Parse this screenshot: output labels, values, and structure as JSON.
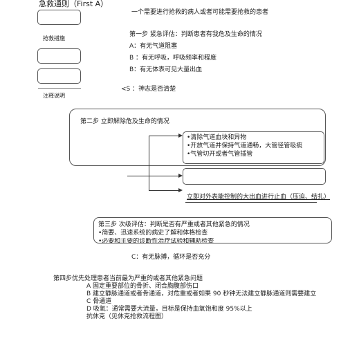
{
  "header": {
    "title": "急救通则（First A）",
    "patient_line": "一个需要进行抢救的病人或者可能需要抢救的患者"
  },
  "left": {
    "label_rescue": "抢救措施",
    "label_notes": "注释说明"
  },
  "step1": {
    "heading": "第一步  紧急评估：判断患者有我危及生命的情况",
    "a": "A：有无气道阻塞",
    "b": "B ：有无呼吸，呼吸频率和程度",
    "c": "B：有无体表可见大量出血",
    "d": "<S ：神志是否清楚"
  },
  "step2": {
    "heading": "第二步  立即解除危及生命的情况",
    "items": [
      "•清除气道血块和异物",
      "•开放气道并保持气道通畅，大管径管吸痰",
      "•气管切开或者气管插管"
    ],
    "bleeding": "立即对外表能控制的大出血进行止血（压迫、结扎）"
  },
  "step3": {
    "heading": "第三步  次级评估：判断是否有严重或者其他紧急的情况",
    "items": [
      "•简要、迅速系统的病史了解和体格检查",
      "•必要和主要的诊断性治疗试验和辅助检查"
    ],
    "c_line": "C：有无脉搏，循环是否充分"
  },
  "step4": {
    "heading": "第四步优先处理患者当前最为严重的或者其他紧急问题",
    "items": [
      "A    固定重要部位的骨折、闭合胸腹部伤口",
      "B  建立静脉通道或者骨通道，对危重或者如果 90 秒钟无法建立静脉通道则需要建立",
      "C  骨通道",
      "D 吸氧：通常需要大流量，目标是保持血氧饱和度 95%以上",
      "    抗休克（见休克抢救流程图）"
    ]
  }
}
